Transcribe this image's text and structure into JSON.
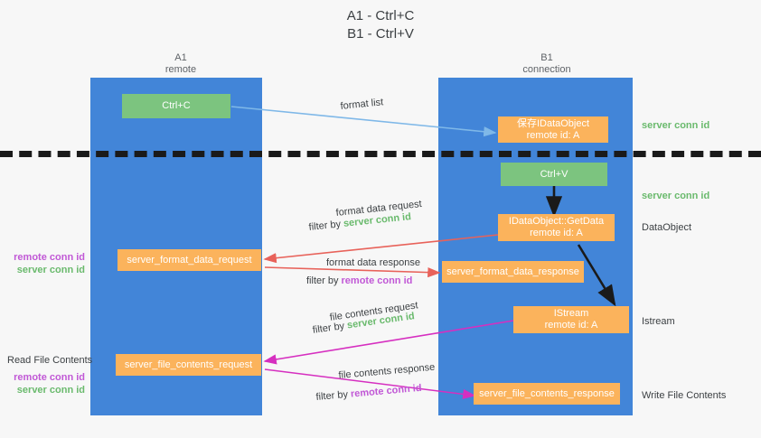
{
  "title": {
    "line1": "A1 - Ctrl+C",
    "line2": "B1 - Ctrl+V"
  },
  "columns": [
    {
      "name": "A1",
      "sub": "remote"
    },
    {
      "name": "B1",
      "sub": "connection"
    }
  ],
  "colors": {
    "lane": "#4285d8",
    "green_node": "#7cc47f",
    "orange_node": "#fbb35c",
    "remote_conn": "#c158d6",
    "server_conn": "#6aba6d",
    "format_list_arrow": "#7fb8e8",
    "format_data_arrow": "#e8625a",
    "file_contents_arrow": "#d62fc0",
    "flow_arrow": "#1a1a1a"
  },
  "nodes": [
    {
      "id": "ctrl-c",
      "label": "Ctrl+C",
      "sub": ""
    },
    {
      "id": "save-idataobject",
      "label": "保存IDataObject",
      "sub": "remote id: A"
    },
    {
      "id": "ctrl-v",
      "label": "Ctrl+V",
      "sub": ""
    },
    {
      "id": "idataobject-getdata",
      "label": "IDataObject::GetData",
      "sub": "remote id: A"
    },
    {
      "id": "server-format-data-request",
      "label": "server_format_data_request",
      "sub": ""
    },
    {
      "id": "server-format-data-response",
      "label": "server_format_data_response",
      "sub": ""
    },
    {
      "id": "istream",
      "label": "IStream",
      "sub": "remote id: A"
    },
    {
      "id": "server-file-contents-request",
      "label": "server_file_contents_request",
      "sub": ""
    },
    {
      "id": "server-file-contents-response",
      "label": "server_file_contents_response",
      "sub": ""
    }
  ],
  "right_labels": [
    {
      "id": "server-conn-id-1",
      "text": "server conn id",
      "kind": "conn"
    },
    {
      "id": "server-conn-id-2",
      "text": "server conn id",
      "kind": "conn"
    },
    {
      "id": "dataobject",
      "text": "DataObject",
      "kind": "plain"
    },
    {
      "id": "istream-label",
      "text": "Istream",
      "kind": "plain"
    },
    {
      "id": "write-file-contents",
      "text": "Write File Contents",
      "kind": "plain"
    }
  ],
  "left_labels": {
    "read_file_contents": "Read File Contents",
    "remote_conn_id": "remote conn id",
    "server_conn_id": "server conn id"
  },
  "edges": [
    {
      "id": "format-list",
      "text": "format list",
      "filter_prefix": "",
      "filter_target": ""
    },
    {
      "id": "format-data-request",
      "text": "format data request",
      "filter_prefix": "filter by ",
      "filter_target": "server conn id"
    },
    {
      "id": "format-data-response",
      "text": "format data response",
      "filter_prefix": "filter by ",
      "filter_target": "remote conn id"
    },
    {
      "id": "file-contents-request",
      "text": "file contents request",
      "filter_prefix": "filter by ",
      "filter_target": "server conn id"
    },
    {
      "id": "file-contents-response",
      "text": "file contents response",
      "filter_prefix": "filter by ",
      "filter_target": "remote conn id"
    }
  ]
}
